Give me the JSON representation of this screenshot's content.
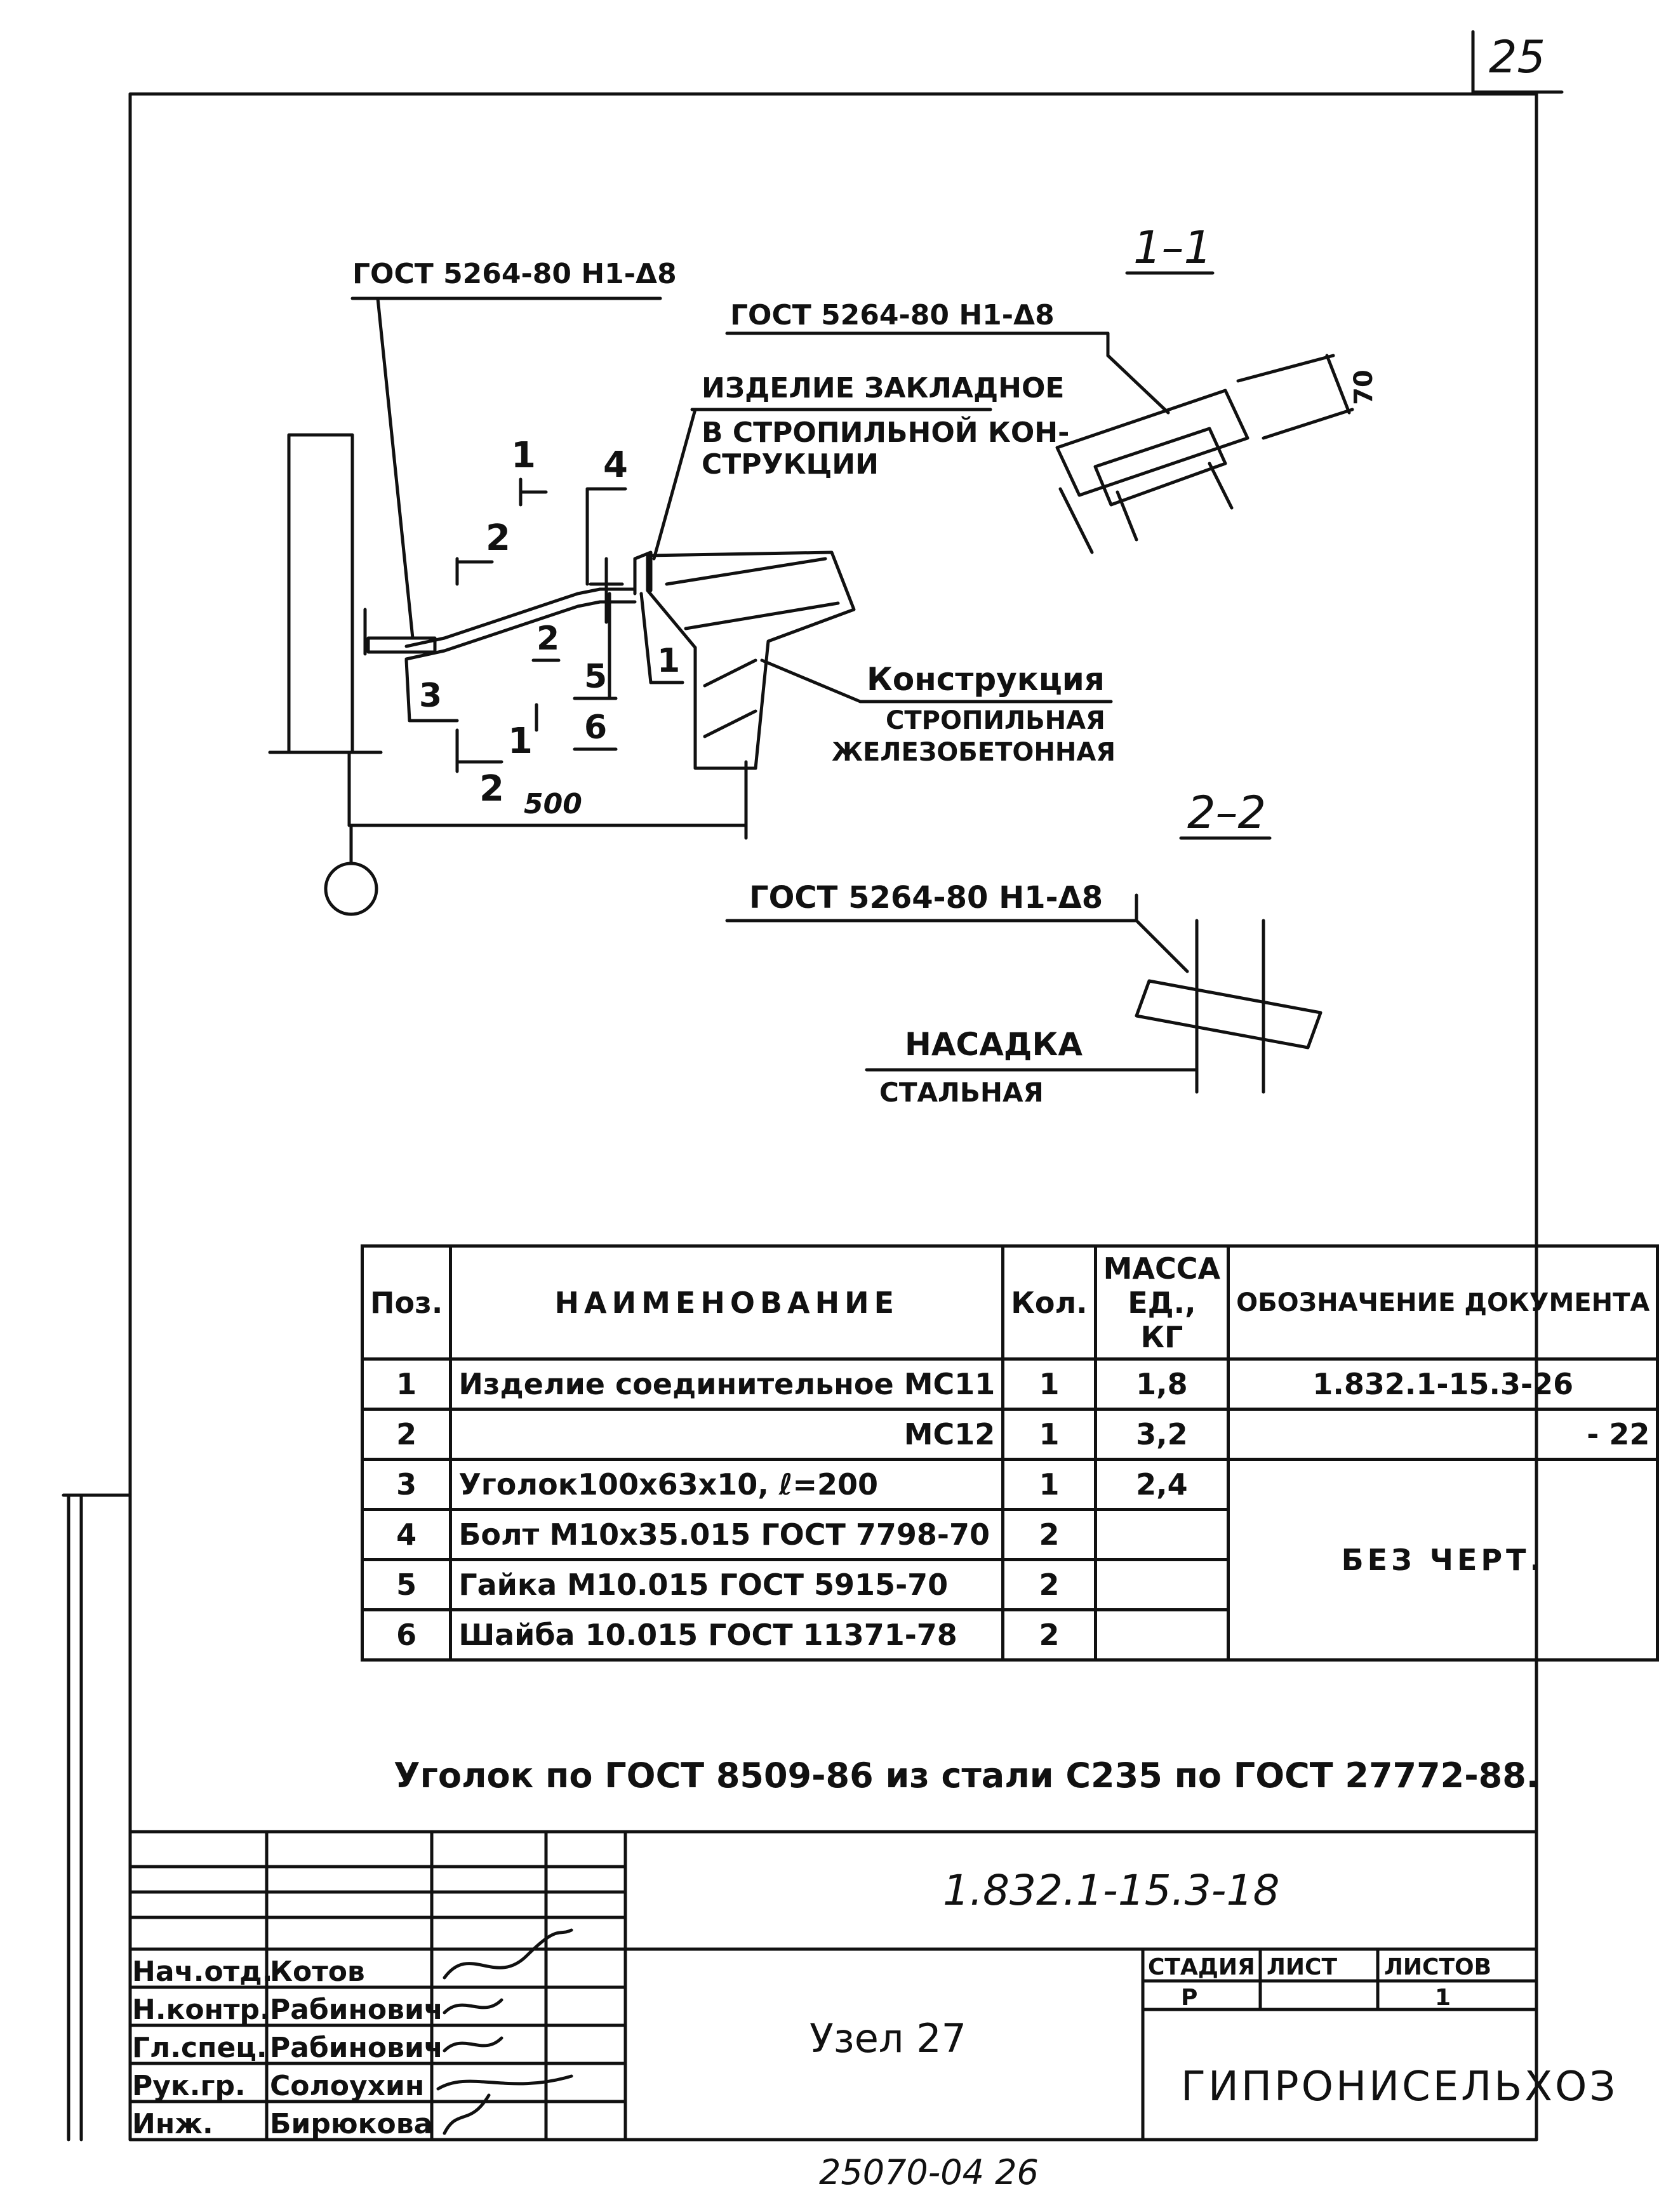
{
  "page_number": "25",
  "section_1_1": "1–1",
  "section_2_2": "2–2",
  "drawing": {
    "gost_left": "ГОСТ 5264-80 Н1-Δ8",
    "gost_1_1": "ГОСТ 5264-80 Н1-Δ8",
    "gost_2_2": "ГОСТ 5264-80 Н1-Δ8",
    "embedded_line1": "ИЗДЕЛИЕ ЗАКЛАДНОЕ",
    "embedded_line2": "В СТРОПИЛЬНОЙ КОН-",
    "embedded_line3": "СТРУКЦИИ",
    "construction_line1": "Конструкция",
    "construction_line2": "СТРОПИЛЬНАЯ",
    "construction_line3": "ЖЕЛЕЗОБЕТОННАЯ",
    "nozzle_line1": "НАСАДКА",
    "nozzle_line2": "СТАЛЬНАЯ",
    "dim_500": "500",
    "dim_70": "70",
    "mark_1a": "1",
    "mark_1b": "1",
    "mark_2a": "2",
    "mark_2b": "2",
    "mark_4": "4",
    "pos_1": "1",
    "pos_2": "2",
    "pos_3": "3",
    "pos_5": "5",
    "pos_6": "6"
  },
  "spec_table": {
    "headers": [
      "Поз.",
      "НАИМЕНОВАНИЕ",
      "Кол.",
      "МАССА ЕД., КГ",
      "ОБОЗНАЧЕНИЕ ДОКУМЕНТА"
    ],
    "rows": [
      {
        "pos": "1",
        "name": "Изделие соединительное МС11",
        "qty": "1",
        "mass": "1,8",
        "doc": "1.832.1-15.3-26"
      },
      {
        "pos": "2",
        "name": "МС12",
        "qty": "1",
        "mass": "3,2",
        "doc": "- 22"
      },
      {
        "pos": "3",
        "name": "Уголок100х63х10, ℓ=200",
        "qty": "1",
        "mass": "2,4",
        "doc": ""
      },
      {
        "pos": "4",
        "name": "Болт М10х35.015 ГОСТ 7798-70",
        "qty": "2",
        "mass": "",
        "doc": ""
      },
      {
        "pos": "5",
        "name": "Гайка М10.015 ГОСТ 5915-70",
        "qty": "2",
        "mass": "",
        "doc": ""
      },
      {
        "pos": "6",
        "name": "Шайба 10.015 ГОСТ 11371-78",
        "qty": "2",
        "mass": "",
        "doc": ""
      }
    ],
    "no_drawing_note": "БЕЗ ЧЕРТ."
  },
  "note": "Уголок по ГОСТ 8509-86 из стали С235 по ГОСТ 27772-88.",
  "title_block": {
    "doc_number": "1.832.1-15.3-18",
    "drawing_title": "Узел 27",
    "stage_label": "СТАДИЯ",
    "sheet_label": "ЛИСТ",
    "sheets_label": "ЛИСТОВ",
    "stage_value": "Р",
    "sheets_value": "1",
    "organization": "ГИПРОНИСЕЛЬХОЗ",
    "roles": [
      {
        "role": "Нач.отд.",
        "name": "Котов"
      },
      {
        "role": "Н.контр.",
        "name": "Рабинович"
      },
      {
        "role": "Гл.спец.",
        "name": "Рабинович"
      },
      {
        "role": "Рук.гр.",
        "name": "Солоухин"
      },
      {
        "role": "Инж.",
        "name": "Бирюкова"
      }
    ]
  },
  "footer_number": "25070-04 26"
}
